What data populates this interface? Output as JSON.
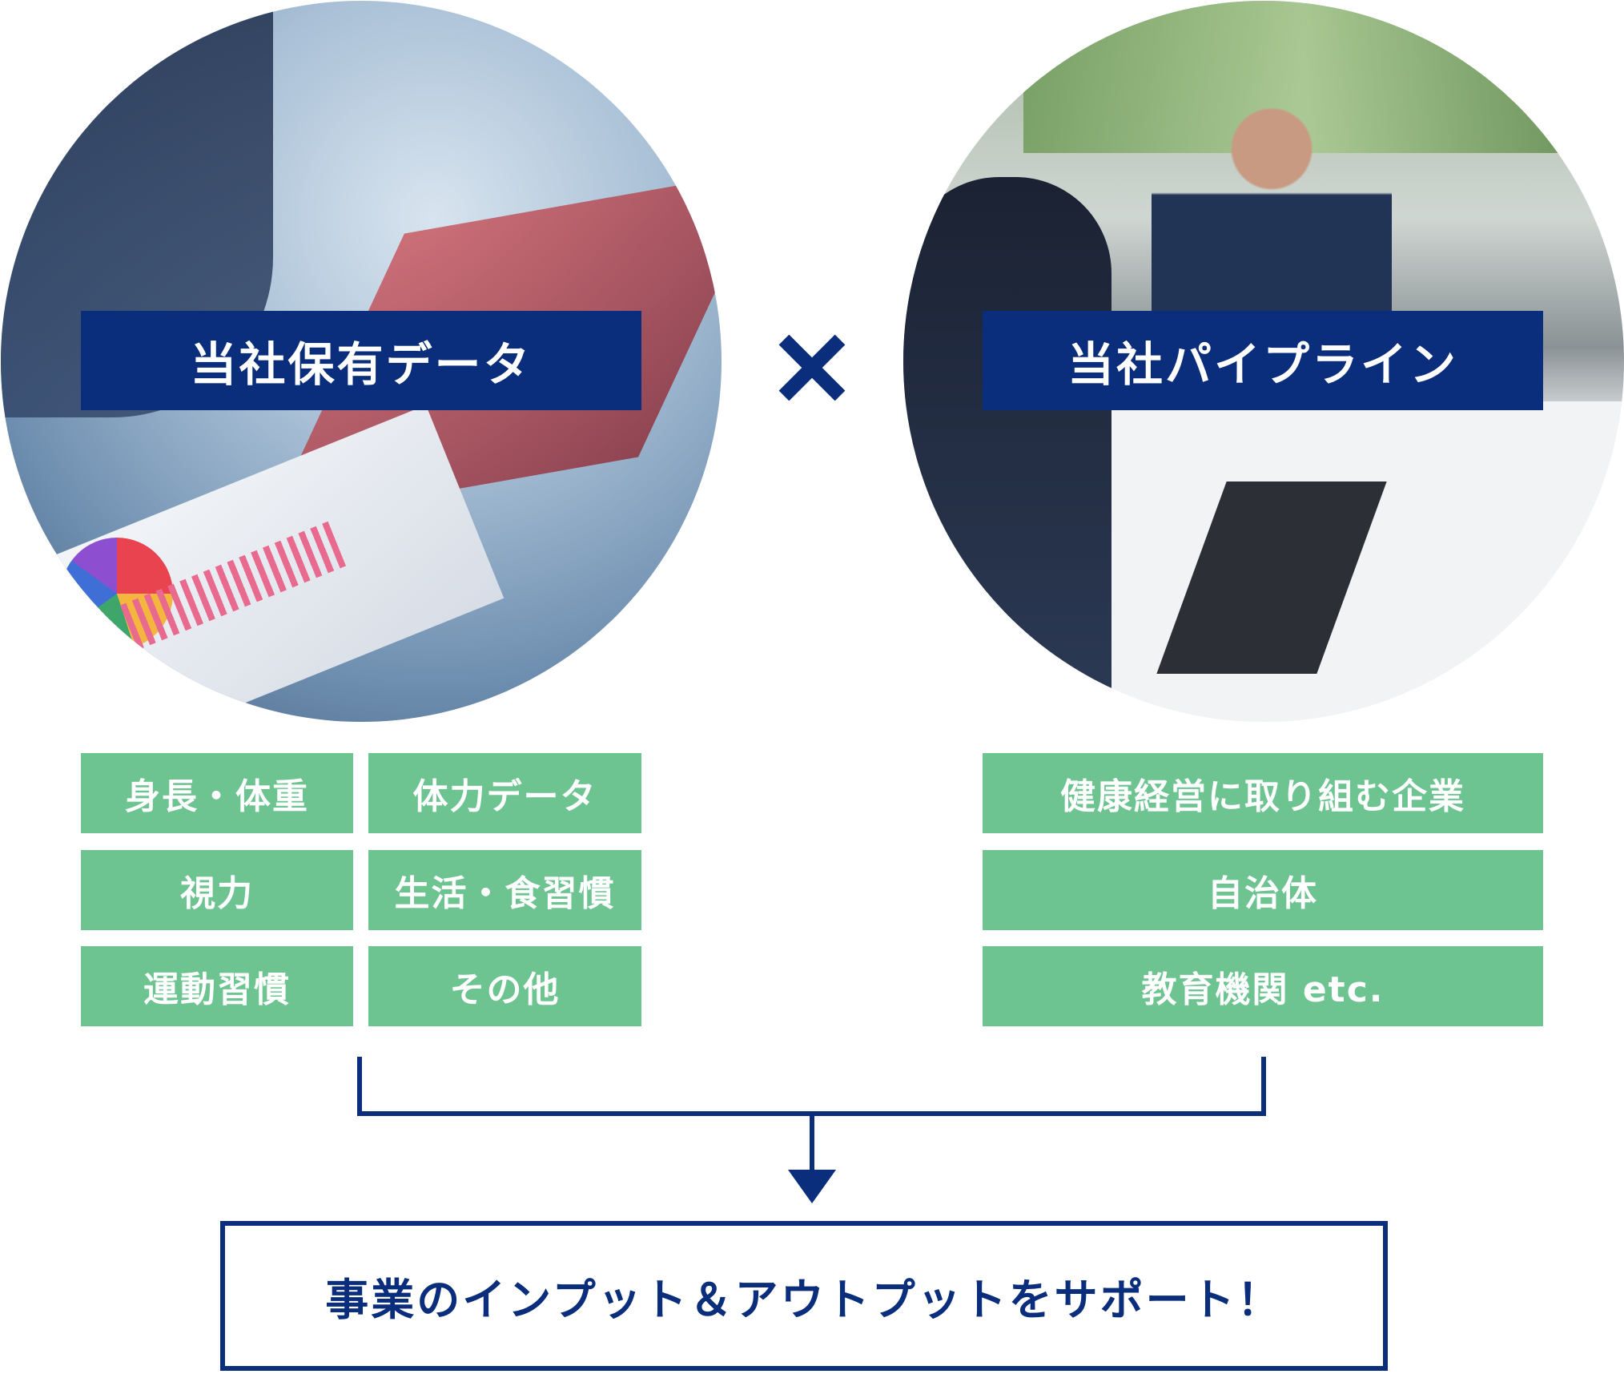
{
  "left": {
    "title": "当社保有データ",
    "items": [
      "身長・体重",
      "体力データ",
      "視力",
      "生活・食習慣",
      "運動習慣",
      "その他"
    ]
  },
  "right": {
    "title": "当社パイプライン",
    "items": [
      "健康経営に取り組む企業",
      "自治体",
      "教育機関 etc."
    ]
  },
  "operator_icon": "times-icon",
  "result": "事業のインプット＆アウトプットをサポート！",
  "colors": {
    "navy": "#0a2d7c",
    "green": "#6dc491"
  }
}
